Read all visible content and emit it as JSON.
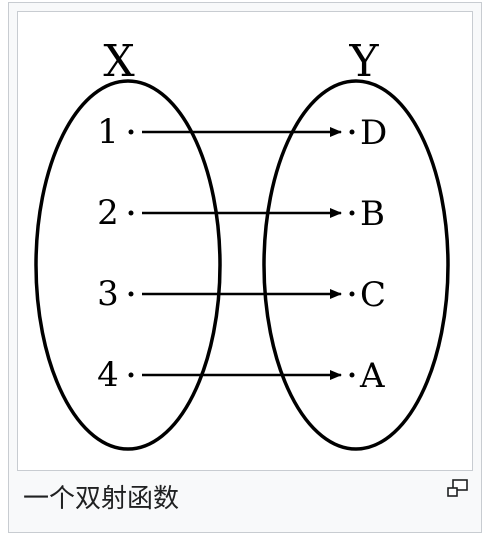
{
  "diagram": {
    "set_x_label": "X",
    "set_y_label": "Y",
    "domain_elements": [
      "1",
      "2",
      "3",
      "4"
    ],
    "codomain_elements": [
      "D",
      "B",
      "C",
      "A"
    ]
  },
  "caption": {
    "text": "一个双射函数"
  },
  "icons": {
    "enlarge": "magnify-enlarge-icon"
  }
}
